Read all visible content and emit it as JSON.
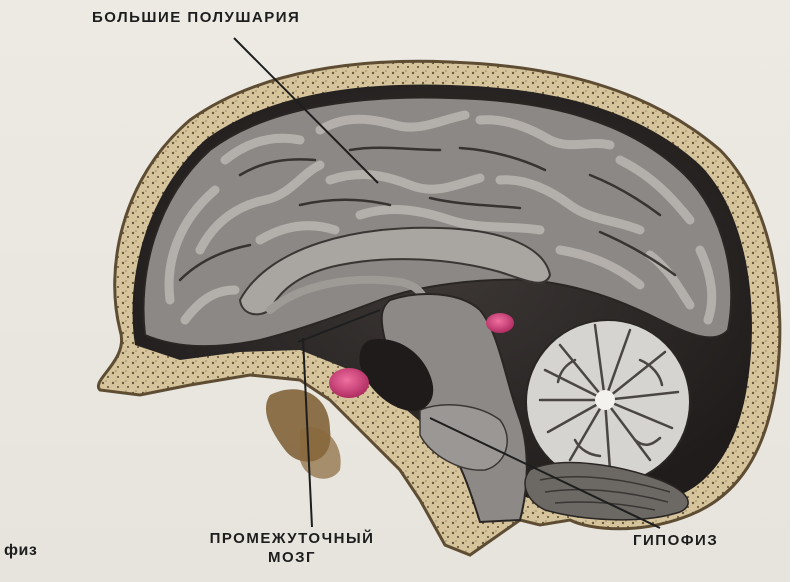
{
  "labels": {
    "hemispheres": "БОЛЬШИЕ ПОЛУШАРИЯ",
    "diencephalon_line1": "ПРОМЕЖУТОЧНЫЙ",
    "diencephalon_line2": "МОЗГ",
    "pituitary": "ГИПОФИЗ",
    "cropped_left": "физ"
  },
  "colors": {
    "paper": "#e9e7e0",
    "bone": "#d8c7a0",
    "dark_cavity": "#2a2624",
    "cortex": "#8c8885",
    "gyri_highlight": "#b3afab",
    "cerebellum_white": "#e4e2de",
    "pink_gland": "#d2407a",
    "sinus_brown": "#7a5a30",
    "text": "#1e1e1e"
  }
}
